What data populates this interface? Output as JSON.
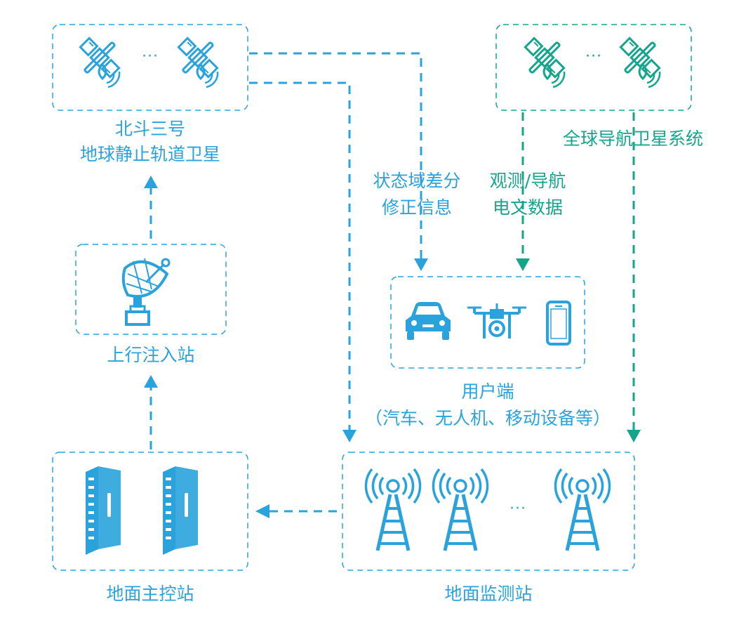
{
  "beidou": {
    "label_line1": "北斗三号",
    "label_line2": "地球静止轨道卫星",
    "ellipsis": "···"
  },
  "gnss": {
    "label": "全球导航卫星系统",
    "ellipsis": "···"
  },
  "uplink": {
    "label": "上行注入站"
  },
  "master": {
    "label": "地面主控站"
  },
  "monitor": {
    "label": "地面监测站",
    "ellipsis": "···"
  },
  "user": {
    "label_line1": "用户端",
    "label_line2": "（汽车、无人机、移动设备等）"
  },
  "flows": {
    "correction_line1": "状态域差分",
    "correction_line2": "修正信息",
    "nav_line1": "观测/导航",
    "nav_line2": "电文数据"
  },
  "colors": {
    "blue": "#2aa3dc",
    "green": "#15a58c"
  },
  "icons": [
    "satellite-icon",
    "satellite-dish-icon",
    "server-icon",
    "car-icon",
    "drone-icon",
    "smartphone-icon",
    "signal-tower-icon"
  ]
}
